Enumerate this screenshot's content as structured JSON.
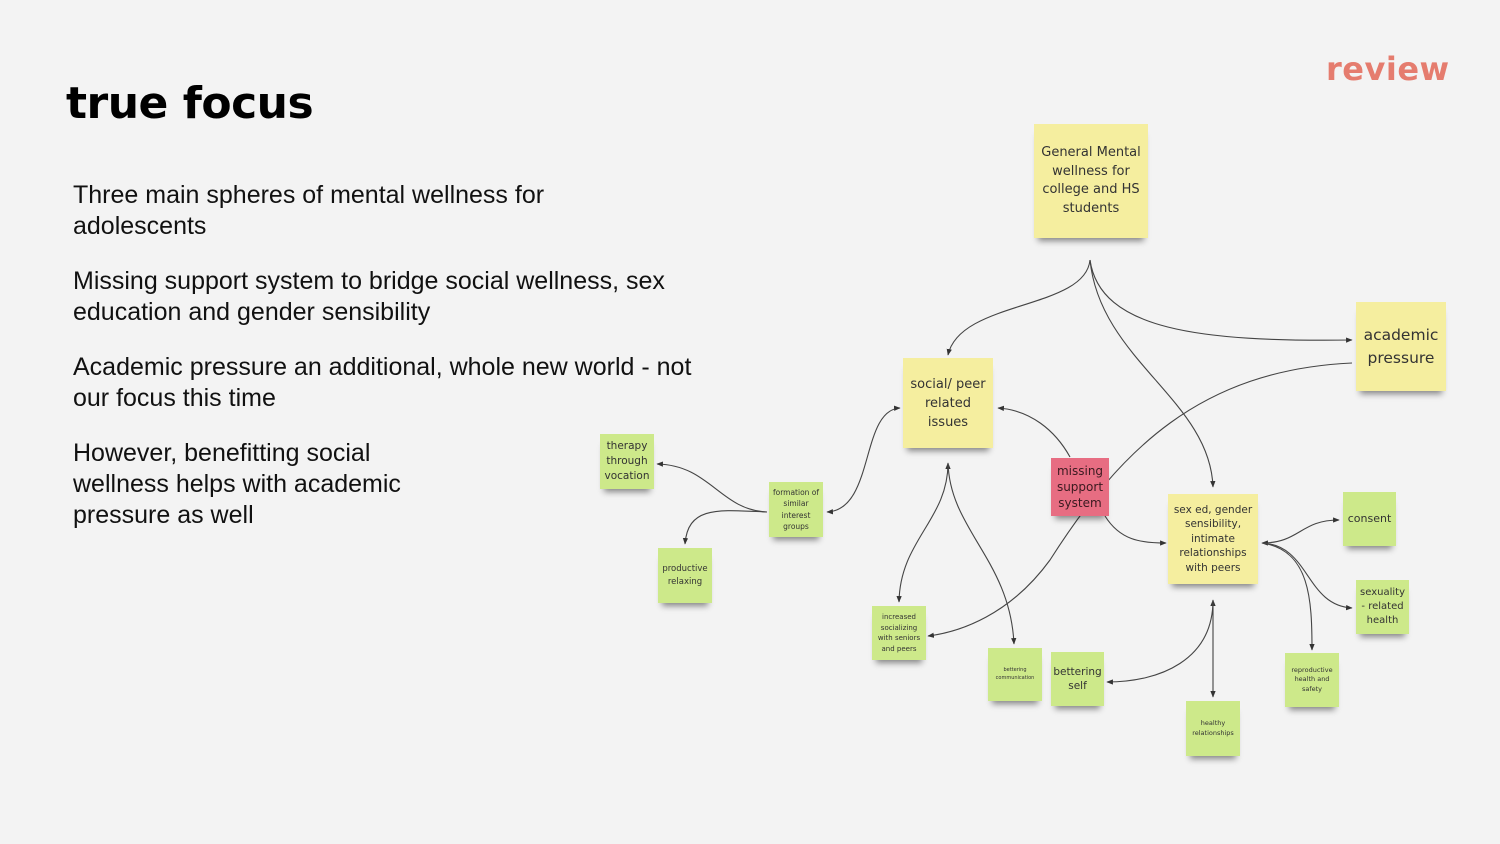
{
  "slide": {
    "title": "true focus",
    "tag": "review",
    "points": [
      "Three main spheres of mental wellness for adolescents",
      "Missing support system to bridge social wellness, sex education and gender sensibility",
      "Academic pressure an additional, whole new world - not our focus this time",
      "However, benefitting social wellness helps with academic pressure as well"
    ]
  },
  "colors": {
    "background": "#f3f3f3",
    "tag": "#e57c6e",
    "note_yellow": "#f5ee9f",
    "note_green": "#cde98a",
    "note_pink": "#e76d82"
  },
  "diagram": {
    "notes": {
      "root": "General Mental wellness for college and HS students",
      "social": "social/ peer related issues",
      "academic": "academic pressure",
      "sexed": "sex ed, gender sensibility, intimate relationships with peers",
      "missing": "missing support system",
      "therapy": "therapy through vocation",
      "formation": "formation of similar interest groups",
      "productive": "productive relaxing",
      "increased": "increased socializing with seniors and peers",
      "communication": "bettering communication",
      "self": "bettering self",
      "healthy": "healthy relationships",
      "reproductive": "reproductive health and safety",
      "consent": "consent",
      "sexuality": "sexuality - related health"
    },
    "connections": [
      {
        "from": "root",
        "to": "social"
      },
      {
        "from": "root",
        "to": "academic"
      },
      {
        "from": "root",
        "to": "sexed"
      },
      {
        "from": "academic",
        "to": "increased"
      },
      {
        "from": "missing",
        "to": "social"
      },
      {
        "from": "missing",
        "to": "sexed"
      },
      {
        "from": "social",
        "to": "formation"
      },
      {
        "from": "formation",
        "to": "therapy"
      },
      {
        "from": "formation",
        "to": "productive"
      },
      {
        "from": "social",
        "to": "increased"
      },
      {
        "from": "social",
        "to": "communication"
      },
      {
        "from": "sexed",
        "to": "consent"
      },
      {
        "from": "sexed",
        "to": "sexuality"
      },
      {
        "from": "sexed",
        "to": "reproductive"
      },
      {
        "from": "sexed",
        "to": "healthy"
      },
      {
        "from": "sexed",
        "to": "self"
      }
    ]
  }
}
